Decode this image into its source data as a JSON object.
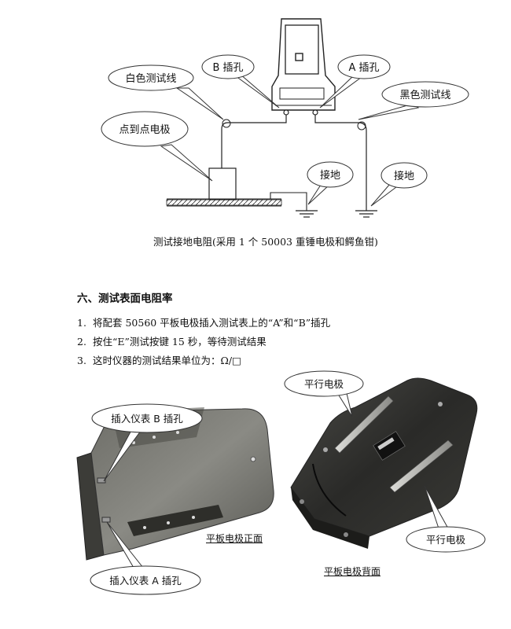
{
  "diagram": {
    "labels": {
      "b_socket": "B 插孔",
      "a_socket": "A 插孔",
      "white_lead": "白色测试线",
      "black_lead": "黑色测试线",
      "p2p_electrode": "点到点电极",
      "ground_1": "接地",
      "ground_2": "接地"
    },
    "caption": "测试接地电阻(采用 1 个 50003 重锤电极和鳄鱼钳)"
  },
  "section": {
    "heading": "六、测试表面电阻率",
    "steps": [
      {
        "num": "1.",
        "text": "将配套 50560 平板电极插入测试表上的“A”和“B”插孔"
      },
      {
        "num": "2.",
        "text": "按住“E”测试按键 15 秒，等待测试结果"
      },
      {
        "num": "3.",
        "text": "这时仪器的测试结果单位为：Ω/□"
      }
    ]
  },
  "photos": {
    "front": {
      "callout_top": "插入仪表 B 插孔",
      "callout_bottom": "插入仪表 A 插孔",
      "caption": "平板电极正面"
    },
    "back": {
      "callout_top": "平行电极",
      "callout_bottom": "平行电极",
      "caption": "平板电极背面"
    }
  }
}
